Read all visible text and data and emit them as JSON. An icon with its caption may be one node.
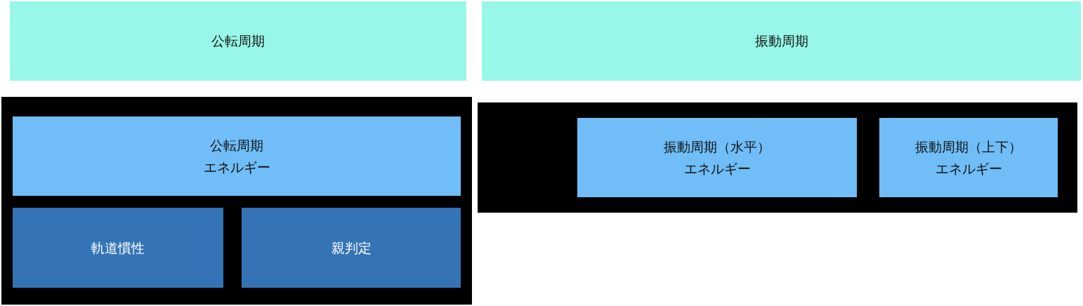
{
  "diagram": {
    "nodes": [
      {
        "text": [
          "公転周期"
        ]
      },
      {
        "text": [
          "振動周期"
        ]
      },
      {
        "text": [],
        "shape": "box"
      },
      {
        "text": [
          "公転周期",
          "エネルギー"
        ],
        "in": 2
      },
      {
        "text": [
          "軌道慣性"
        ],
        "in": 2
      },
      {
        "text": [
          "親判定"
        ],
        "in": 2
      },
      {
        "text": [],
        "shape": "box"
      },
      {
        "text": [
          "振動周期（水平）",
          "エネルギー"
        ],
        "in": 6
      },
      {
        "text": [
          "振動周期（上下）",
          "エネルギー"
        ],
        "in": 6
      }
    ]
  }
}
